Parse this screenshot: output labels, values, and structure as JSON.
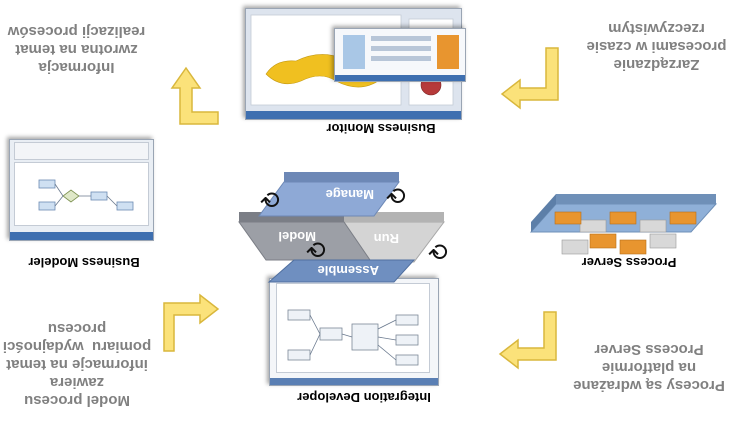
{
  "notes": {
    "model_info": "Model procesu\nzawiera\ninformacje na temat\npomiaru  wydajności\nprocesu",
    "deploy": "Procesy są wdrażane\nna platformie\nProcess Server",
    "manage": "Zarządzanie\nprocesami w czasie\nrzeczywistym",
    "feedback": "Informacja\nzwrotna na temat\nrealizacji procesów"
  },
  "labels": {
    "modeler": "Business Modeler",
    "developer": "Integration Developer",
    "server": "Process Server",
    "monitor": "Business  Monitor"
  },
  "lifecycle": {
    "model": "Model",
    "assemble": "Assemble",
    "run": "Run",
    "manage": "Manage"
  },
  "colors": {
    "arrow_fill": "#fbe27a",
    "arrow_stroke": "#d9b73c",
    "block_orange": "#e8952f",
    "block_grey": "#d8d8d8",
    "base_blue": "#8fb0d8"
  }
}
